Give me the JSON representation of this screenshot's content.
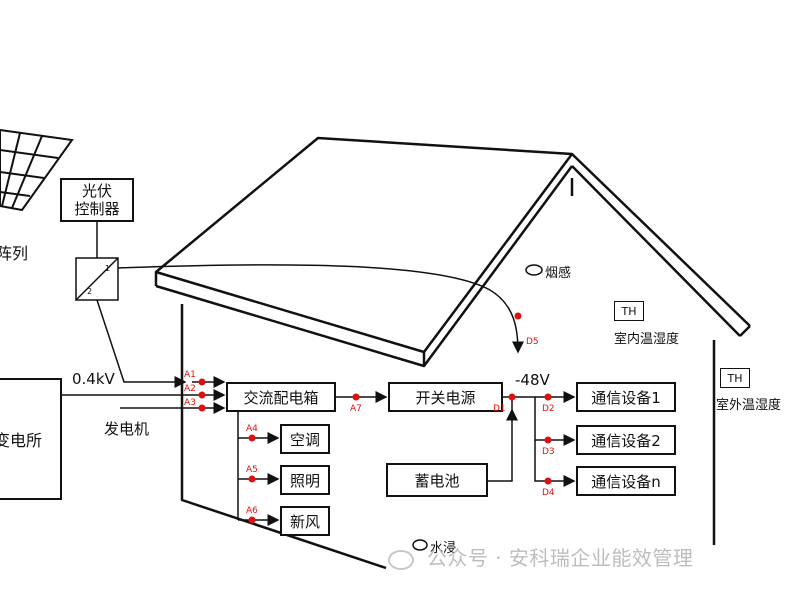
{
  "solar_controller": {
    "line1": "光伏",
    "line2": "控制器"
  },
  "pv_array_label": "阵列",
  "substation_label": "变电所",
  "voltage_04kv": "0.4kV",
  "generator_label": "发电机",
  "ac_box": "交流配电箱",
  "switch_psu": "开关电源",
  "battery": "蓄电池",
  "dc_bus_voltage": "-48V",
  "comm_equipment": [
    "通信设备1",
    "通信设备2",
    "通信设备n"
  ],
  "loads": [
    "空调",
    "照明",
    "新风"
  ],
  "smoke_sensor": "烟感",
  "water_sensor": "水浸",
  "th_badge": "TH",
  "indoor_th": "室内温湿度",
  "outdoor_th": "室外温湿度",
  "points": {
    "a1": "A1",
    "a2": "A2",
    "a3": "A3",
    "a4": "A4",
    "a5": "A5",
    "a6": "A6",
    "a7": "A7",
    "d1": "D1",
    "d2": "D2",
    "d3": "D3",
    "d4": "D4",
    "d5": "D5"
  },
  "watermark": "公众号 · 安科瑞企业能效管理",
  "colors": {
    "line": "#111111",
    "point": "#dd1111",
    "watermark": "#bdbdbd"
  }
}
